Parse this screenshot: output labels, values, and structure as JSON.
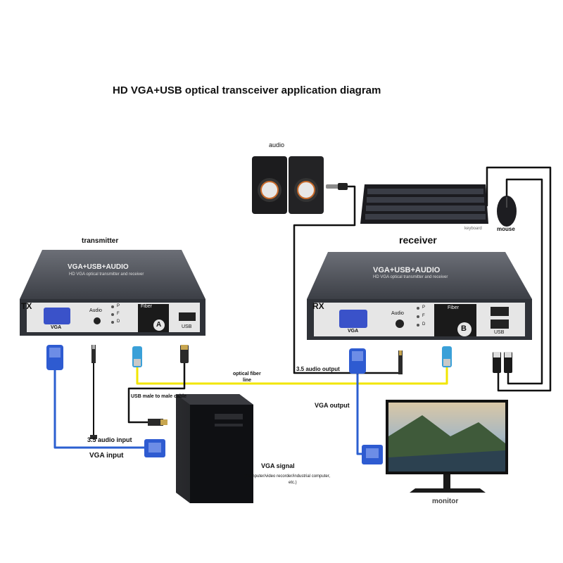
{
  "title": "HD VGA+USB optical transceiver application diagram",
  "labels": {
    "audio": "audio",
    "transmitter": "transmitter",
    "receiver": "receiver",
    "keyboard": "keyboard",
    "mouse": "mouse",
    "optical_fiber_line_1": "optical fiber",
    "optical_fiber_line_2": "line",
    "audio_output": "3.5 audio output",
    "usb_cable": "USB male to male cable",
    "vga_output": "VGA output",
    "audio_input": "3.5 audio input",
    "vga_input": "VGA input",
    "vga_signal": "VGA signal",
    "vga_signal_note_1": "(Computer/video recorder/industrial computer,",
    "vga_signal_note_2": "etc.)",
    "monitor": "monitor"
  },
  "tx_device": {
    "top_label": "VGA+USB+AUDIO",
    "top_sub": "HD VGA optical transmitter and receiver",
    "badge": "TX",
    "port_vga": "VGA",
    "port_audio": "Audio",
    "port_fiber": "Fiber",
    "port_usb": "USB",
    "fiber_letter": "A",
    "led_p": "P",
    "led_f": "F",
    "led_d": "D"
  },
  "rx_device": {
    "top_label": "VGA+USB+AUDIO",
    "top_sub": "HD VGA optical transmitter and receiver",
    "badge": "RX",
    "port_vga": "VGA",
    "port_audio": "Audio",
    "port_fiber": "Fiber",
    "port_usb": "USB",
    "fiber_letter": "B",
    "led_p": "P",
    "led_f": "F",
    "led_d": "D"
  },
  "colors": {
    "fiber_line": "#f2e600",
    "cable": "#111111",
    "vga_blue": "#2b5fd0",
    "device_body": "#3a3d44",
    "device_panel": "#e6e6e6"
  }
}
